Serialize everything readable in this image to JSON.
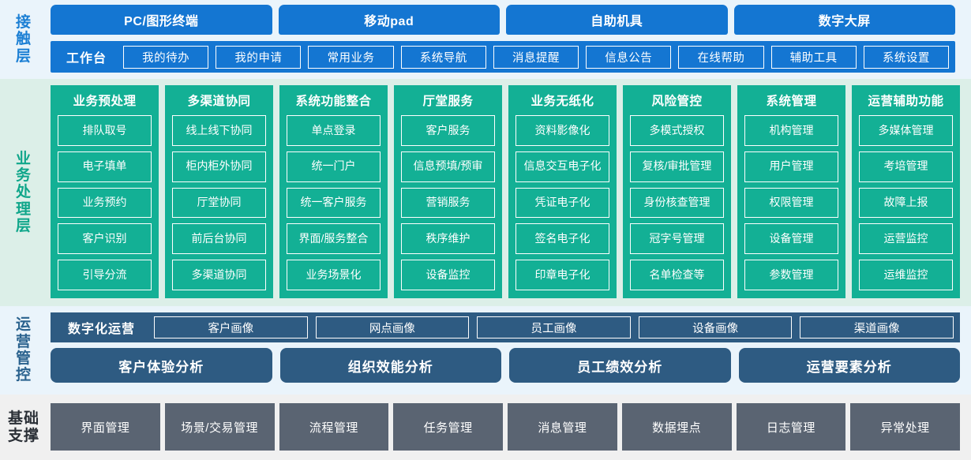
{
  "layers": {
    "contact": {
      "label_chars": [
        "接",
        "触",
        "层"
      ],
      "channels": [
        "PC/图形终端",
        "移动pad",
        "自助机具",
        "数字大屏"
      ],
      "workbench_title": "工作台",
      "workbench_items": [
        "我的待办",
        "我的申请",
        "常用业务",
        "系统导航",
        "消息提醒",
        "信息公告",
        "在线帮助",
        "辅助工具",
        "系统设置"
      ]
    },
    "business": {
      "label_chars": [
        "业",
        "务",
        "处",
        "理",
        "层"
      ],
      "columns": [
        {
          "title": "业务预处理",
          "items": [
            "排队取号",
            "电子填单",
            "业务预约",
            "客户识别",
            "引导分流"
          ]
        },
        {
          "title": "多渠道协同",
          "items": [
            "线上线下协同",
            "柜内柜外协同",
            "厅堂协同",
            "前后台协同",
            "多渠道协同"
          ]
        },
        {
          "title": "系统功能整合",
          "items": [
            "单点登录",
            "统一门户",
            "统一客户服务",
            "界面/服务整合",
            "业务场景化"
          ]
        },
        {
          "title": "厅堂服务",
          "items": [
            "客户服务",
            "信息预填/预审",
            "营销服务",
            "秩序维护",
            "设备监控"
          ]
        },
        {
          "title": "业务无纸化",
          "items": [
            "资料影像化",
            "信息交互电子化",
            "凭证电子化",
            "签名电子化",
            "印章电子化"
          ]
        },
        {
          "title": "风险管控",
          "items": [
            "多模式授权",
            "复核/审批管理",
            "身份核查管理",
            "冠字号管理",
            "名单检查等"
          ]
        },
        {
          "title": "系统管理",
          "items": [
            "机构管理",
            "用户管理",
            "权限管理",
            "设备管理",
            "参数管理"
          ]
        },
        {
          "title": "运营辅助功能",
          "items": [
            "多媒体管理",
            "考培管理",
            "故障上报",
            "运营监控",
            "运维监控"
          ]
        }
      ]
    },
    "operations": {
      "label_chars": [
        "运",
        "营",
        "管",
        "控"
      ],
      "digital_ops_title": "数字化运营",
      "portraits": [
        "客户画像",
        "网点画像",
        "员工画像",
        "设备画像",
        "渠道画像"
      ],
      "analyses": [
        "客户体验分析",
        "组织效能分析",
        "员工绩效分析",
        "运营要素分析"
      ]
    },
    "base": {
      "label_chars": [
        "基础",
        "支撑"
      ],
      "items": [
        "界面管理",
        "场景/交易管理",
        "流程管理",
        "任务管理",
        "消息管理",
        "数据埋点",
        "日志管理",
        "异常处理"
      ]
    }
  },
  "colors": {
    "contact_band_bg": "#eaf4fb",
    "contact_blue": "#1476d2",
    "contact_label_text": "#1b7fd4",
    "business_band_bg": "#dcefe8",
    "business_teal": "#13b095",
    "business_label_text": "#0fa68a",
    "ops_band_bg": "#eaf4fb",
    "ops_dark_blue": "#2e5b82",
    "ops_label_text": "#2a628e",
    "base_band_bg": "#f0f0f0",
    "base_gray": "#5a6472",
    "base_label_text": "#2a2f36"
  }
}
